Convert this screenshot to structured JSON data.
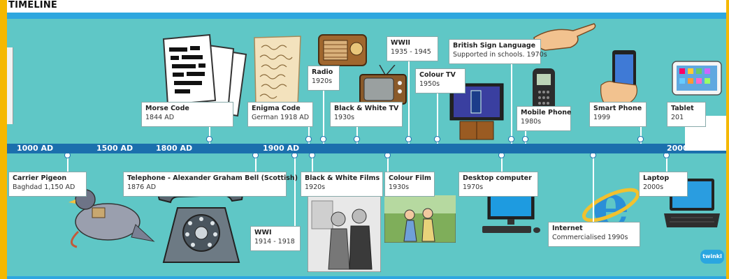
{
  "title": "TIMELINE",
  "axis_labels": [
    "1000 AD",
    "1500 AD",
    "1800 AD",
    "1900 AD",
    "2000"
  ],
  "events_top": [
    {
      "title": "Morse Code",
      "sub": "1844 AD"
    },
    {
      "title": "Enigma Code",
      "sub": "German 1918 AD"
    },
    {
      "title": "Radio",
      "sub": "1920s"
    },
    {
      "title": "Black & White TV",
      "sub": "1930s"
    },
    {
      "title": "WWII",
      "sub": "1935 - 1945"
    },
    {
      "title": "Colour TV",
      "sub": "1950s"
    },
    {
      "title": "British Sign Language",
      "sub": "Supported in schools. 1970s"
    },
    {
      "title": "Mobile Phone",
      "sub": "1980s"
    },
    {
      "title": "Smart Phone",
      "sub": "1999"
    },
    {
      "title": "Tablet",
      "sub": "201"
    }
  ],
  "events_bottom": [
    {
      "title": "Carrier Pigeon",
      "sub": "Baghdad 1,150 AD"
    },
    {
      "title": "Telephone - Alexander Graham Bell (Scottish)",
      "sub": "1876 AD"
    },
    {
      "title": "WWI",
      "sub": "1914 - 1918"
    },
    {
      "title": "Black & White Films",
      "sub": "1920s"
    },
    {
      "title": "Colour Film",
      "sub": "1930s"
    },
    {
      "title": "Desktop computer",
      "sub": "1970s"
    },
    {
      "title": "Internet",
      "sub": "Commercialised 1990s"
    },
    {
      "title": "Laptop",
      "sub": "2000s"
    }
  ],
  "logo_text": "twinkl",
  "colors": {
    "frame": "#f5b800",
    "panel": "#5fc7c6",
    "axis": "#1b6fad",
    "band": "#2ea7df"
  }
}
